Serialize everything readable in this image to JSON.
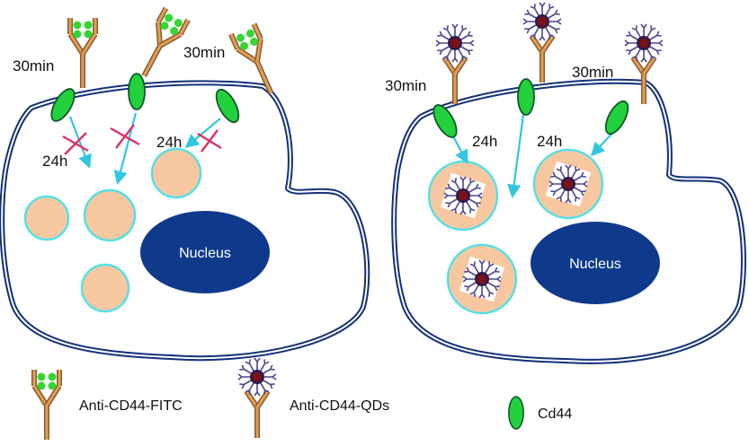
{
  "colors": {
    "membrane": "#13307a",
    "nucleus": "#0f3a8c",
    "vesicle_fill": "#f7c8a0",
    "vesicle_border": "#55e0e8",
    "arrow": "#33c6e0",
    "blocked_cross": "#e0306a",
    "cd44_fill": "#22d13c",
    "cd44_border": "#0f5a2a",
    "antibody_tan": "#e0a050",
    "antibody_dark": "#8a5a36",
    "fitc_green": "#33d633",
    "qd_core": "#7a1018",
    "qd_ligand": "#4d4690"
  },
  "left_panel": {
    "nucleus_label": "Nucleus",
    "time_30min_a": "30min",
    "time_30min_b": "30min",
    "time_24h_a": "24h",
    "time_24h_b": "24h"
  },
  "right_panel": {
    "nucleus_label": "Nucleus",
    "time_30min_a": "30min",
    "time_30min_b": "30min",
    "time_24h_a": "24h",
    "time_24h_b": "24h"
  },
  "legend": {
    "fitc": "Anti-CD44-FITC",
    "qds": "Anti-CD44-QDs",
    "cd44": "Cd44"
  }
}
